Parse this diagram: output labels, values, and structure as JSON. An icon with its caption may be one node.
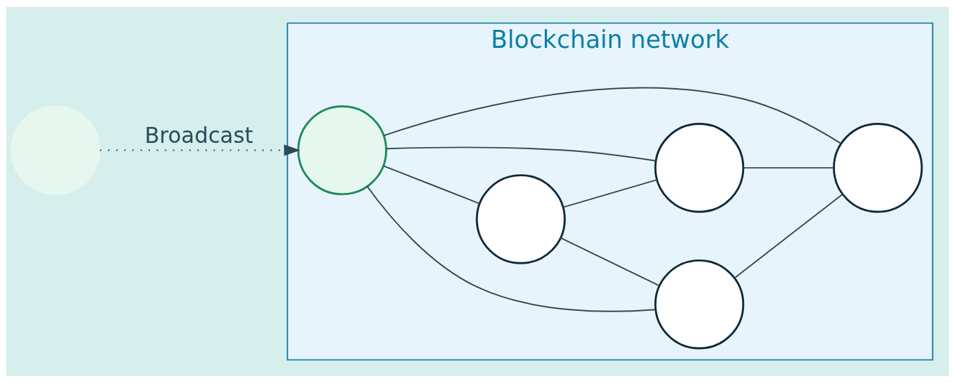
{
  "diagram": {
    "nodes": [
      {
        "text": [
          "Blockchain network"
        ]
      },
      {
        "text": [],
        "shape": "circle"
      },
      {
        "text": [],
        "shape": "circle",
        "in": 0
      },
      {
        "text": [],
        "shape": "circle",
        "in": 0
      },
      {
        "text": [],
        "shape": "circle",
        "in": 0
      },
      {
        "text": [],
        "shape": "circle",
        "in": 0
      },
      {
        "text": [],
        "shape": "circle",
        "in": 0
      }
    ],
    "edges": [
      {
        "from": 1,
        "to": 2,
        "arrow": "to",
        "label": "Broadcast",
        "style": "dashed"
      },
      {
        "from": 2,
        "to": 3,
        "arrow": "none"
      },
      {
        "from": 2,
        "to": 4,
        "arrow": "none"
      },
      {
        "from": 2,
        "to": 5,
        "arrow": "none"
      },
      {
        "from": 2,
        "to": 6,
        "arrow": "none"
      },
      {
        "from": 3,
        "to": 4,
        "arrow": "none"
      },
      {
        "from": 3,
        "to": 5,
        "arrow": "none"
      },
      {
        "from": 4,
        "to": 6,
        "arrow": "none"
      },
      {
        "from": 5,
        "to": 6,
        "arrow": "none"
      }
    ]
  }
}
